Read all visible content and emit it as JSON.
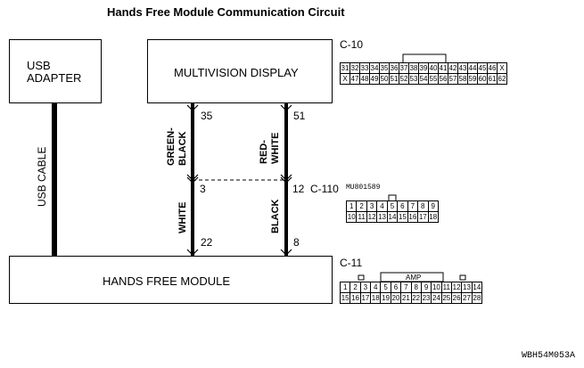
{
  "title": "Hands Free Module Communication Circuit",
  "usb_adapter": {
    "line1": "USB",
    "line2": "ADAPTER"
  },
  "usb_cable": "USB CABLE",
  "multivision_display": "MULTIVISION DISPLAY",
  "hands_free_module": "HANDS FREE MODULE",
  "wire_left": {
    "pin_top": "35",
    "color_top_1": "GREEN-",
    "color_top_2": "BLACK",
    "pin_mid": "3",
    "color_bottom": "WHITE",
    "pin_bottom": "22"
  },
  "wire_right": {
    "pin_top": "51",
    "color_top_1": "RED-",
    "color_top_2": "WHITE",
    "pin_mid": "12",
    "color_bottom": "BLACK",
    "pin_bottom": "8"
  },
  "connectors": {
    "c10": {
      "label": "C-10",
      "row1": [
        "31",
        "32",
        "33",
        "34",
        "35",
        "36",
        "37",
        "38",
        "39",
        "40",
        "41",
        "42",
        "43",
        "44",
        "45",
        "46",
        "X"
      ],
      "row2": [
        "X",
        "47",
        "48",
        "49",
        "50",
        "51",
        "52",
        "53",
        "54",
        "55",
        "56",
        "57",
        "58",
        "59",
        "60",
        "61",
        "62"
      ]
    },
    "c110": {
      "label": "C-110",
      "part": "MU801589",
      "row1": [
        "1",
        "2",
        "3",
        "4",
        "5",
        "6",
        "7",
        "8",
        "9"
      ],
      "row2": [
        "10",
        "11",
        "12",
        "13",
        "14",
        "15",
        "16",
        "17",
        "18"
      ]
    },
    "c11": {
      "label": "C-11",
      "amp": "AMP",
      "row1": [
        "1",
        "2",
        "3",
        "4",
        "5",
        "6",
        "7",
        "8",
        "9",
        "10",
        "11",
        "12",
        "13",
        "14"
      ],
      "row2": [
        "15",
        "16",
        "17",
        "18",
        "19",
        "20",
        "21",
        "22",
        "23",
        "24",
        "25",
        "26",
        "27",
        "28"
      ]
    }
  },
  "reference": "WBH54M053A"
}
